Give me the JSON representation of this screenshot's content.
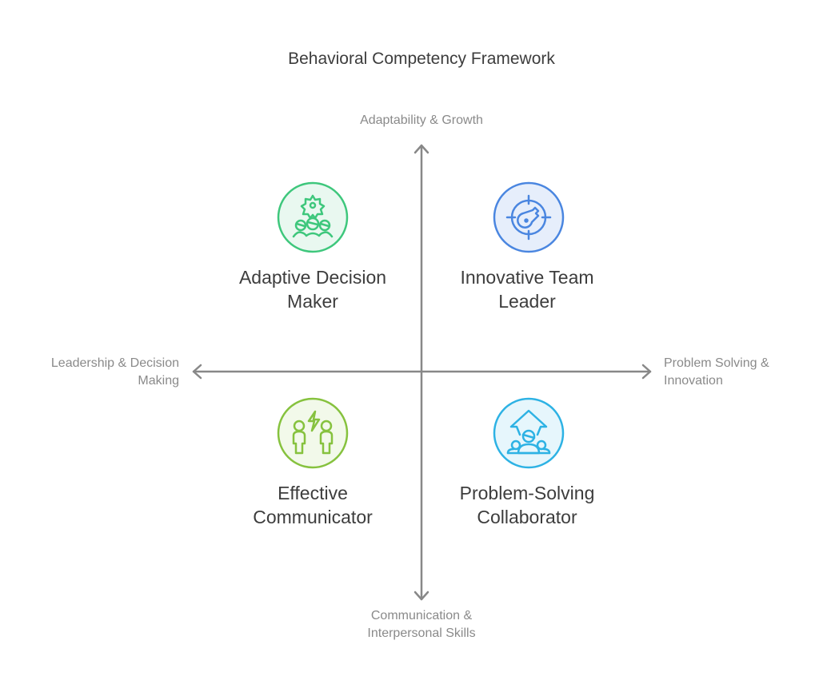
{
  "title": "Behavioral Competency Framework",
  "axes": {
    "top": "Adaptability & Growth",
    "bottom": [
      "Communication &",
      "Interpersonal Skills"
    ],
    "left": [
      "Leadership & Decision",
      "Making"
    ],
    "right": [
      "Problem Solving &",
      "Innovation"
    ],
    "color": "#888888"
  },
  "quadrants": [
    {
      "position": "top-left",
      "label": [
        "Adaptive Decision",
        "Maker"
      ],
      "icon": "team-gear-icon",
      "stroke": "#3ec77c",
      "fill": "#e9f8f0"
    },
    {
      "position": "top-right",
      "label": [
        "Innovative Team",
        "Leader"
      ],
      "icon": "target-key-icon",
      "stroke": "#4a86e0",
      "fill": "#e6eefb"
    },
    {
      "position": "bottom-left",
      "label": [
        "Effective",
        "Communicator"
      ],
      "icon": "people-lightning-icon",
      "stroke": "#86c23e",
      "fill": "#f2f9ea"
    },
    {
      "position": "bottom-right",
      "label": [
        "Problem-Solving",
        "Collaborator"
      ],
      "icon": "team-arrow-up-icon",
      "stroke": "#2db2e4",
      "fill": "#e6f6fc"
    }
  ]
}
